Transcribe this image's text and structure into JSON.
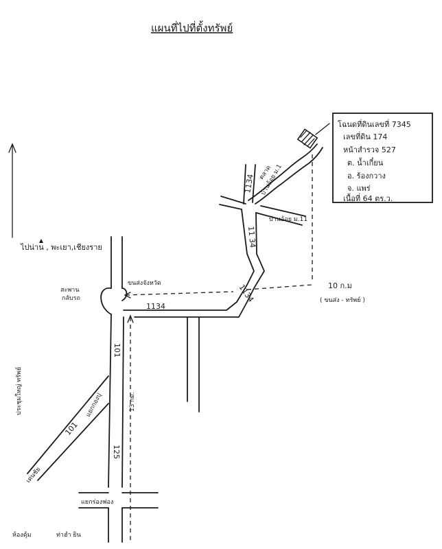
{
  "title": "แผนที่ไปที่ตั้งทรัพย์",
  "info_box": {
    "line1": "โฉนดที่ดินเลขที่ 7345",
    "line2": "เลขที่ดิน 174",
    "line3": "หน้าสำรวจ 527",
    "line4": "ต. น้ำเกี๋ยน",
    "line5": "อ. ร้องกวาง",
    "line6": "จ. แพร่",
    "line7": "เนื้อที่ 64 ตร.ว."
  },
  "roads": {
    "r1134_top": "1134",
    "r1134_mid": "11 34",
    "r1134_low": "1134",
    "r1134_main": "1134",
    "r101": "101",
    "r101_diag": "101",
    "r125": "125"
  },
  "labels": {
    "market": "ตลาด",
    "village_n": "บ้านอ้อย ม.1",
    "village_e": "บ้านอ้อย ม.11",
    "to_nan": "ไปน่าน , พะเยา,เชียงราย",
    "bridge_1": "สะพาน",
    "bridge_2": "กลับรถ",
    "distance_10": "10 ก.ม",
    "distance_10_note": "( ขนส่ง - ทรัพย์ )",
    "transport": "ขนส่งจังหวัด",
    "distance_13": "13 กม.",
    "junction_kao": "แยกกองปุ",
    "junction_bottom": "แยกร่องฟอง",
    "to_wangchin": "เด่นชัย",
    "side_label": "ประชุมใหญ่ ทรัพย์",
    "bottom_left": "ห้องตุ้ม",
    "bottom_mid": "ท่าฮำ ยิน"
  }
}
